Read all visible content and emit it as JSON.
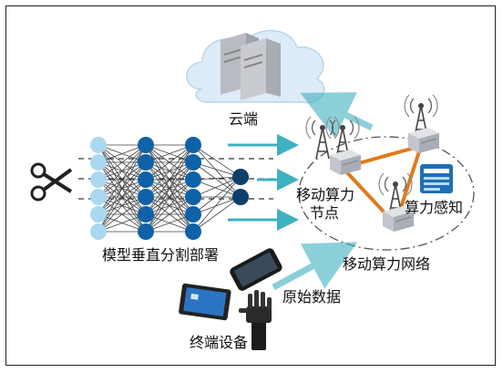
{
  "labels": {
    "cloud": "云端",
    "model_split": "模型垂直分割部署",
    "node_line1": "移动算力",
    "node_line2": "节点",
    "perception": "算力感知",
    "network": "移动算力网络",
    "raw_data": "原始数据",
    "devices": "终端设备"
  },
  "colors": {
    "neuron_light": "#a9d8f0",
    "neuron_dark": "#0f62a8",
    "neuron_navy": "#0d3f6a",
    "arrow_teal": "#3fb0c0",
    "link_orange": "#e07a1e",
    "cloud_fill": "#dcebf7",
    "server": "#c9cbd0"
  },
  "icons": [
    "scissors-icon",
    "cloud-icon",
    "server-icon",
    "cell-tower-icon",
    "dashboard-icon",
    "smartphone-icon",
    "tablet-icon",
    "robot-hand-icon"
  ]
}
